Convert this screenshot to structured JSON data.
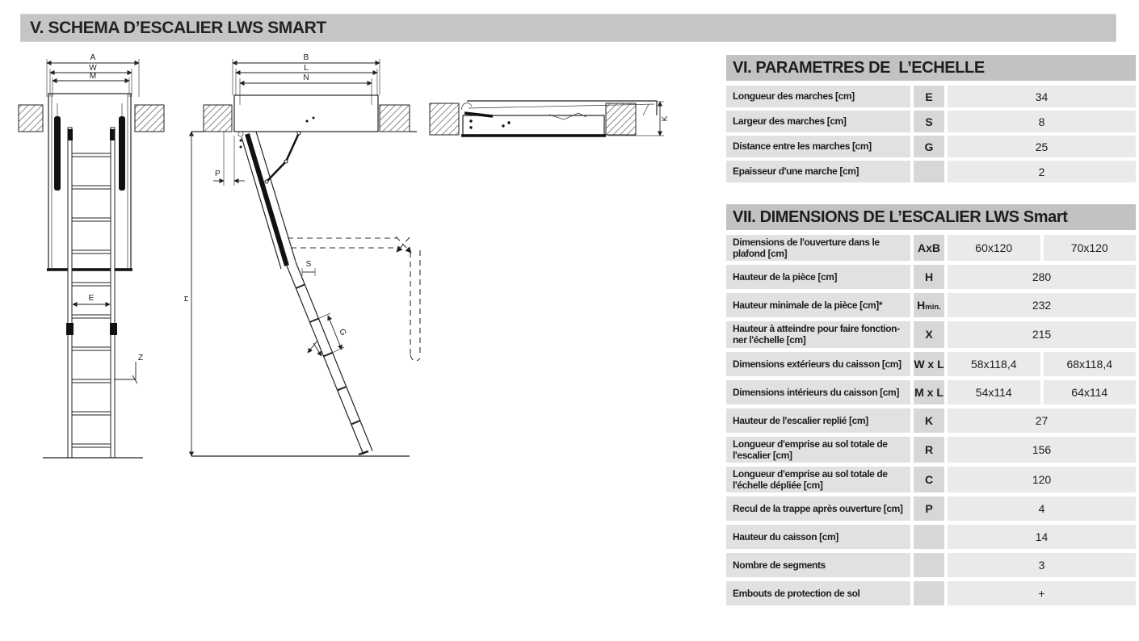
{
  "page_title": "V. SCHEMA D’ESCALIER LWS SMART",
  "tables": {
    "params": {
      "title": "VI. PARAMETRES DE  L’ECHELLE",
      "rows": [
        {
          "label": "Longueur des marches [cm]",
          "symbol": "E",
          "values": [
            "34"
          ]
        },
        {
          "label": "Largeur des marches [cm]",
          "symbol": "S",
          "values": [
            "8"
          ]
        },
        {
          "label": "Distance entre les marches [cm]",
          "symbol": "G",
          "values": [
            "25"
          ]
        },
        {
          "label": "Epaisseur d'une marche [cm]",
          "symbol": "",
          "values": [
            "2"
          ]
        }
      ]
    },
    "dimensions": {
      "title": "VII. DIMENSIONS DE L’ESCALIER LWS Smart",
      "rows": [
        {
          "label": "Dimensions de l'ouverture dans le plafond [cm]",
          "symbol": "AxB",
          "values": [
            "60x120",
            "70x120"
          ]
        },
        {
          "label": "Hauteur de la pièce [cm]",
          "symbol": "H",
          "values": [
            "280"
          ]
        },
        {
          "label": "Hauteur minimale de la pièce [cm]*",
          "symbol": "H",
          "symbol_sub": "min.",
          "values": [
            "232"
          ]
        },
        {
          "label": "Hauteur à atteindre pour faire fonction-ner l'échelle [cm]",
          "symbol": "X",
          "values": [
            "215"
          ]
        },
        {
          "label": "Dimensions extérieurs du caisson [cm]",
          "symbol": "W x L",
          "values": [
            "58x118,4",
            "68x118,4"
          ]
        },
        {
          "label": "Dimensions intérieurs du caisson [cm]",
          "symbol": "M x L",
          "values": [
            "54x114",
            "64x114"
          ]
        },
        {
          "label": "Hauteur de l'escalier replié [cm]",
          "symbol": "K",
          "values": [
            "27"
          ]
        },
        {
          "label": "Longueur d'emprise au sol totale de l'escalier [cm]",
          "symbol": "R",
          "values": [
            "156"
          ]
        },
        {
          "label": "Longueur d'emprise au sol totale de l'échelle dépliée [cm]",
          "symbol": "C",
          "values": [
            "120"
          ]
        },
        {
          "label": "Recul de la trappe après ouverture [cm]",
          "symbol": "P",
          "values": [
            "4"
          ]
        },
        {
          "label": "Hauteur du caisson [cm]",
          "symbol": "",
          "values": [
            "14"
          ]
        },
        {
          "label": "Nombre de segments",
          "symbol": "",
          "values": [
            "3"
          ]
        },
        {
          "label": "Embouts de protection de sol",
          "symbol": "",
          "values": [
            "+"
          ]
        }
      ]
    }
  },
  "drawings": {
    "front_view": {
      "a": "A",
      "w": "W",
      "m": "M",
      "e": "E",
      "z": "Z"
    },
    "side_view": {
      "b": "B",
      "l": "L",
      "n": "N",
      "h": "H",
      "p": "P",
      "s": "S",
      "g": "G"
    },
    "closed_view": {
      "k": "K"
    }
  },
  "colors": {
    "header_gray": "#c1c2c4",
    "label_cell": "#e0e1e3",
    "symbol_cell": "#d6d7d9",
    "value_cell": "#e9eaec"
  }
}
